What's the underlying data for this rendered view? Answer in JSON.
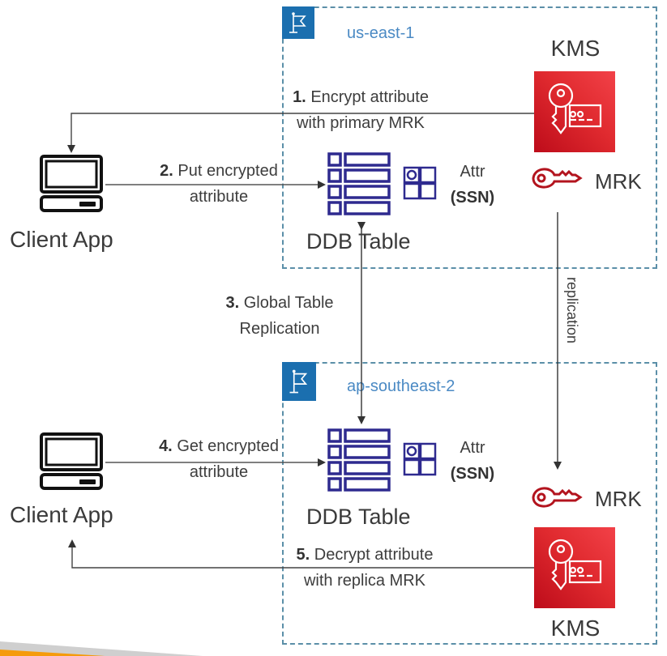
{
  "regions": {
    "primary": {
      "name": "us-east-1"
    },
    "replica": {
      "name": "ap-southeast-2"
    }
  },
  "client_top": {
    "label": "Client App"
  },
  "client_bottom": {
    "label": "Client App"
  },
  "kms_top": {
    "label": "KMS"
  },
  "kms_bottom": {
    "label": "KMS"
  },
  "mrk_top": {
    "label": "MRK"
  },
  "mrk_bottom": {
    "label": "MRK"
  },
  "table_top": {
    "label": "DDB Table",
    "attr_line1": "Attr",
    "attr_line2": "(SSN)"
  },
  "table_bottom": {
    "label": "DDB Table",
    "attr_line1": "Attr",
    "attr_line2": "(SSN)"
  },
  "steps": [
    {
      "num": "1.",
      "line1": "Encrypt attribute",
      "line2": "with primary MRK"
    },
    {
      "num": "2.",
      "line1": "Put encrypted",
      "line2": "attribute"
    },
    {
      "num": "3.",
      "line1": "Global Table",
      "line2": "Replication"
    },
    {
      "num": "4.",
      "line1": "Get encrypted",
      "line2": "attribute"
    },
    {
      "num": "5.",
      "line1": "Decrypt attribute",
      "line2": "with replica MRK"
    }
  ],
  "replication_label": "replication",
  "colors": {
    "region_border": "#5b8fa8",
    "region_flag": "#1b6faf",
    "region_text": "#4b8ac4",
    "kms_red": "#d6232b",
    "key_red": "#b3141e",
    "table_navy": "#2e2a8f",
    "accent_orange": "#f59b0c"
  }
}
